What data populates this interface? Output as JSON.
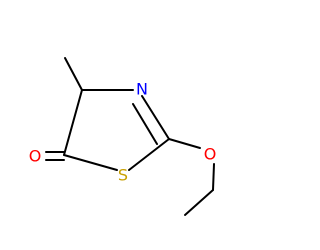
{
  "molecule": {
    "atoms": {
      "ring_nitrogen": {
        "element": "N",
        "color": "#0000ff"
      },
      "ring_sulfur": {
        "element": "S",
        "color": "#c8a000"
      },
      "carbonyl_oxygen": {
        "element": "O",
        "color": "#ff0000"
      },
      "ether_oxygen": {
        "element": "O",
        "color": "#ff0000"
      }
    },
    "bond_color": "#000000"
  }
}
